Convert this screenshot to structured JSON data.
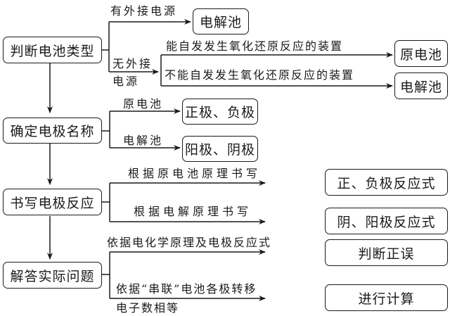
{
  "steps": [
    {
      "label": "判断电池类型"
    },
    {
      "label": "确定电极名称"
    },
    {
      "label": "书写电极反应"
    },
    {
      "label": "解答实际问题"
    }
  ],
  "step1": {
    "branch_top": {
      "condition": "有外接电源",
      "result": "电解池"
    },
    "branch_bottom_condition_line1": "无外接",
    "branch_bottom_condition_line2": "电源",
    "sub_top": {
      "condition": "能自发发生氧化还原反应的装置",
      "result": "原电池"
    },
    "sub_bottom": {
      "condition": "不能自发发生氧化还原反应的装置",
      "result": "电解池"
    }
  },
  "step2": {
    "branch_top": {
      "condition": "原电池",
      "result": "正极、负极"
    },
    "branch_bottom": {
      "condition": "电解池",
      "result": "阳极、阴极"
    }
  },
  "step3": {
    "branch_top": {
      "condition": "根据原电池原理书写",
      "result": "正、负极反应式"
    },
    "branch_bottom": {
      "condition": "根据电解原理书写",
      "result": "阴、阳极反应式"
    }
  },
  "step4": {
    "branch_top": {
      "condition": "依据电化学原理及电极反应式",
      "result": "判断正误"
    },
    "branch_bottom": {
      "condition_line1": "依据“串联”电池各极转移",
      "condition_line2": "电子数相等",
      "result": "进行计算"
    }
  }
}
